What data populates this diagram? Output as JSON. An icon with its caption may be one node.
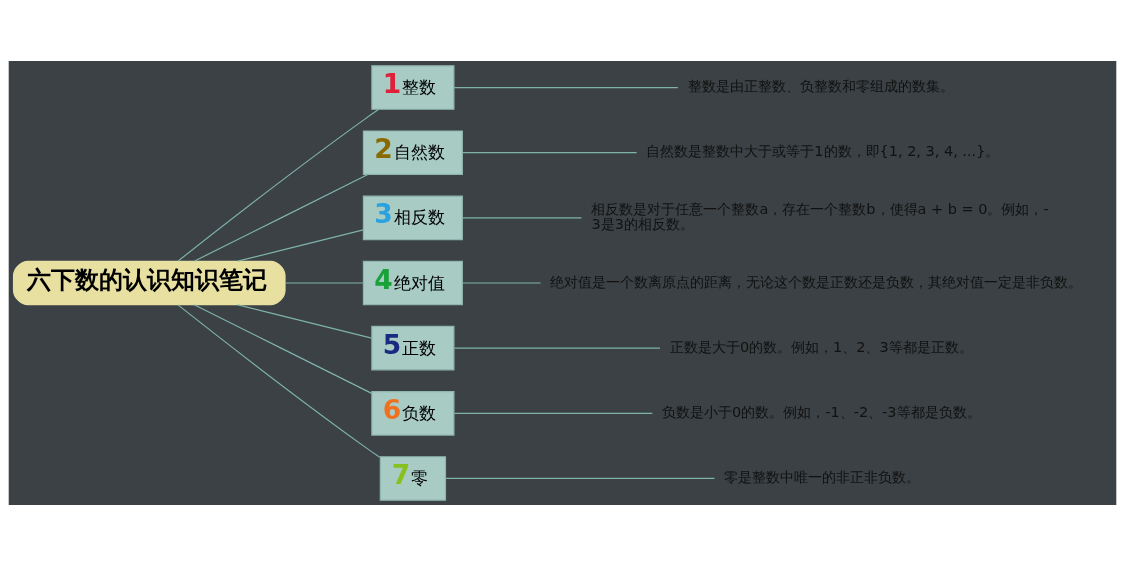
{
  "diagram": {
    "nodes": [
      {
        "text": [
          "六下数的认识知识笔记"
        ]
      },
      {
        "text": [
          "1",
          "整数"
        ]
      },
      {
        "text": [
          "2",
          "自然数"
        ]
      },
      {
        "text": [
          "3",
          "相反数"
        ]
      },
      {
        "text": [
          "4",
          "绝对值"
        ]
      },
      {
        "text": [
          "5",
          "正数"
        ]
      },
      {
        "text": [
          "6",
          "负数"
        ]
      },
      {
        "text": [
          "7",
          "零"
        ]
      },
      {
        "text": [
          "整数是由正整数、负整数和零组成的数集。"
        ]
      },
      {
        "text": [
          "自然数是整数中大于或等于1的数，即{1, 2, 3, 4, ...}。"
        ]
      },
      {
        "text": [
          "相反数是对于任意一个整数a，存在一个整数b，使得a + b = 0。例如，-3是3的相反数。"
        ]
      },
      {
        "text": [
          "绝对值是一个数离原点的距离，无论这个数是正数还是负数，其绝对值一定是非负数。"
        ]
      },
      {
        "text": [
          "正数是大于0的数。例如，1、2、3等都是正数。"
        ]
      },
      {
        "text": [
          "负数是小于0的数。例如，-1、-2、-3等都是负数。"
        ]
      },
      {
        "text": [
          "零是整数中唯一的非正非负数。"
        ]
      }
    ],
    "edges": [
      {
        "from": 0,
        "to": 1,
        "arrow": "none"
      },
      {
        "from": 0,
        "to": 2,
        "arrow": "none"
      },
      {
        "from": 0,
        "to": 3,
        "arrow": "none"
      },
      {
        "from": 0,
        "to": 4,
        "arrow": "none"
      },
      {
        "from": 0,
        "to": 5,
        "arrow": "none"
      },
      {
        "from": 0,
        "to": 6,
        "arrow": "none"
      },
      {
        "from": 0,
        "to": 7,
        "arrow": "none"
      },
      {
        "from": 1,
        "to": 8,
        "arrow": "none"
      },
      {
        "from": 2,
        "to": 9,
        "arrow": "none"
      },
      {
        "from": 3,
        "to": 10,
        "arrow": "none"
      },
      {
        "from": 4,
        "to": 11,
        "arrow": "none"
      },
      {
        "from": 5,
        "to": 12,
        "arrow": "none"
      },
      {
        "from": 6,
        "to": 13,
        "arrow": "none"
      },
      {
        "from": 7,
        "to": 14,
        "arrow": "none"
      }
    ]
  }
}
